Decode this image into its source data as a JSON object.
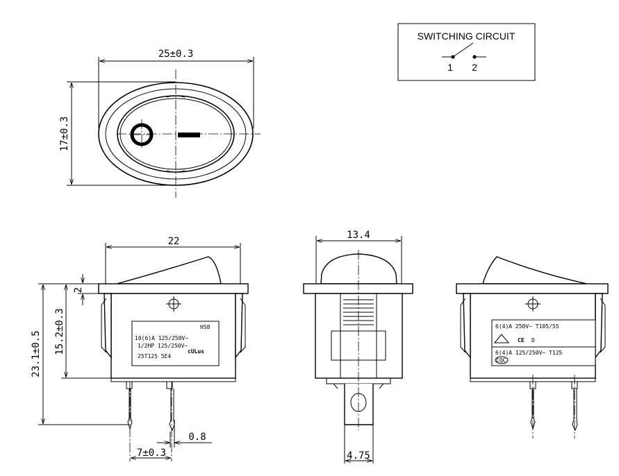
{
  "switching_circuit": {
    "title": "SWITCHING CIRCUIT",
    "pin1": "1",
    "pin2": "2"
  },
  "top_view": {
    "width_dim": "25±0.3",
    "height_dim": "17±0.3"
  },
  "front_view": {
    "width_dim": "22",
    "flange_dim": "2",
    "body_height_dim": "15.2±0.3",
    "total_height_dim": "23.1±0.5",
    "pin_spacing_dim": "7±0.3",
    "pin_width_dim": "0.8",
    "label": {
      "model": "HS8",
      "line1": "10(6)A 125/250V~",
      "line2": "1/2HP 125/250V~",
      "line3": "25T125 5E4",
      "cert": "cULus"
    }
  },
  "side_view": {
    "width_dim": "13.4",
    "terminal_dim": "4.75"
  },
  "back_view": {
    "label": {
      "line1": "6(4)A 250V~  T105/55",
      "line2": "6(4)A 125/250V~ T125",
      "mark_ce": "CE",
      "mark_d": "D",
      "mark_ccc": "CQC"
    }
  }
}
